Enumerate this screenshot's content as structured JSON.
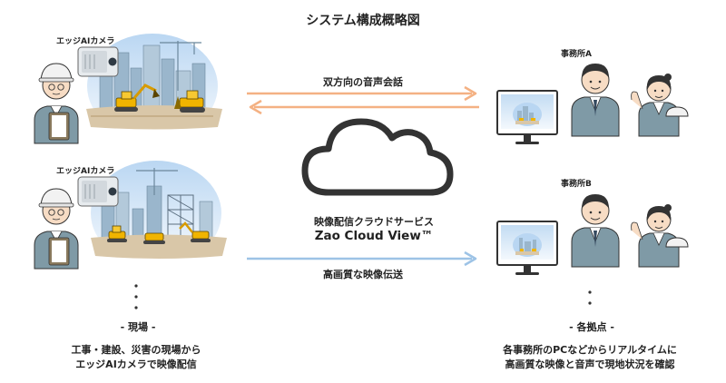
{
  "title": "システム構成概略図",
  "cameras": [
    {
      "label": "エッジAIカメラ"
    },
    {
      "label": "エッジAIカメラ"
    }
  ],
  "offices": [
    {
      "label": "事務所A"
    },
    {
      "label": "事務所B"
    }
  ],
  "arrows": {
    "top_label": "双方向の音声会話",
    "bottom_label": "高画質な映像伝送"
  },
  "cloud": {
    "service_name": "映像配信クラウドサービス",
    "product_name": "Zao Cloud View™"
  },
  "site": {
    "label": "- 現場 -",
    "description": "工事・建設、災害の現場から\nエッジAIカメラで映像配信"
  },
  "hub": {
    "label": "- 各拠点 -",
    "description": "各事務所のPCなどからリアルタイムに\n高画質な映像と音声で現地状況を確認"
  },
  "colors": {
    "top_arrow": "#f4b183",
    "bottom_arrow": "#9dc3e6",
    "sky_top": "#cfe3f6",
    "uniform": "#7f9aa6",
    "helmet": "#f2f2f2",
    "excavator": "#f0b400",
    "cloud_stroke": "#333333"
  }
}
